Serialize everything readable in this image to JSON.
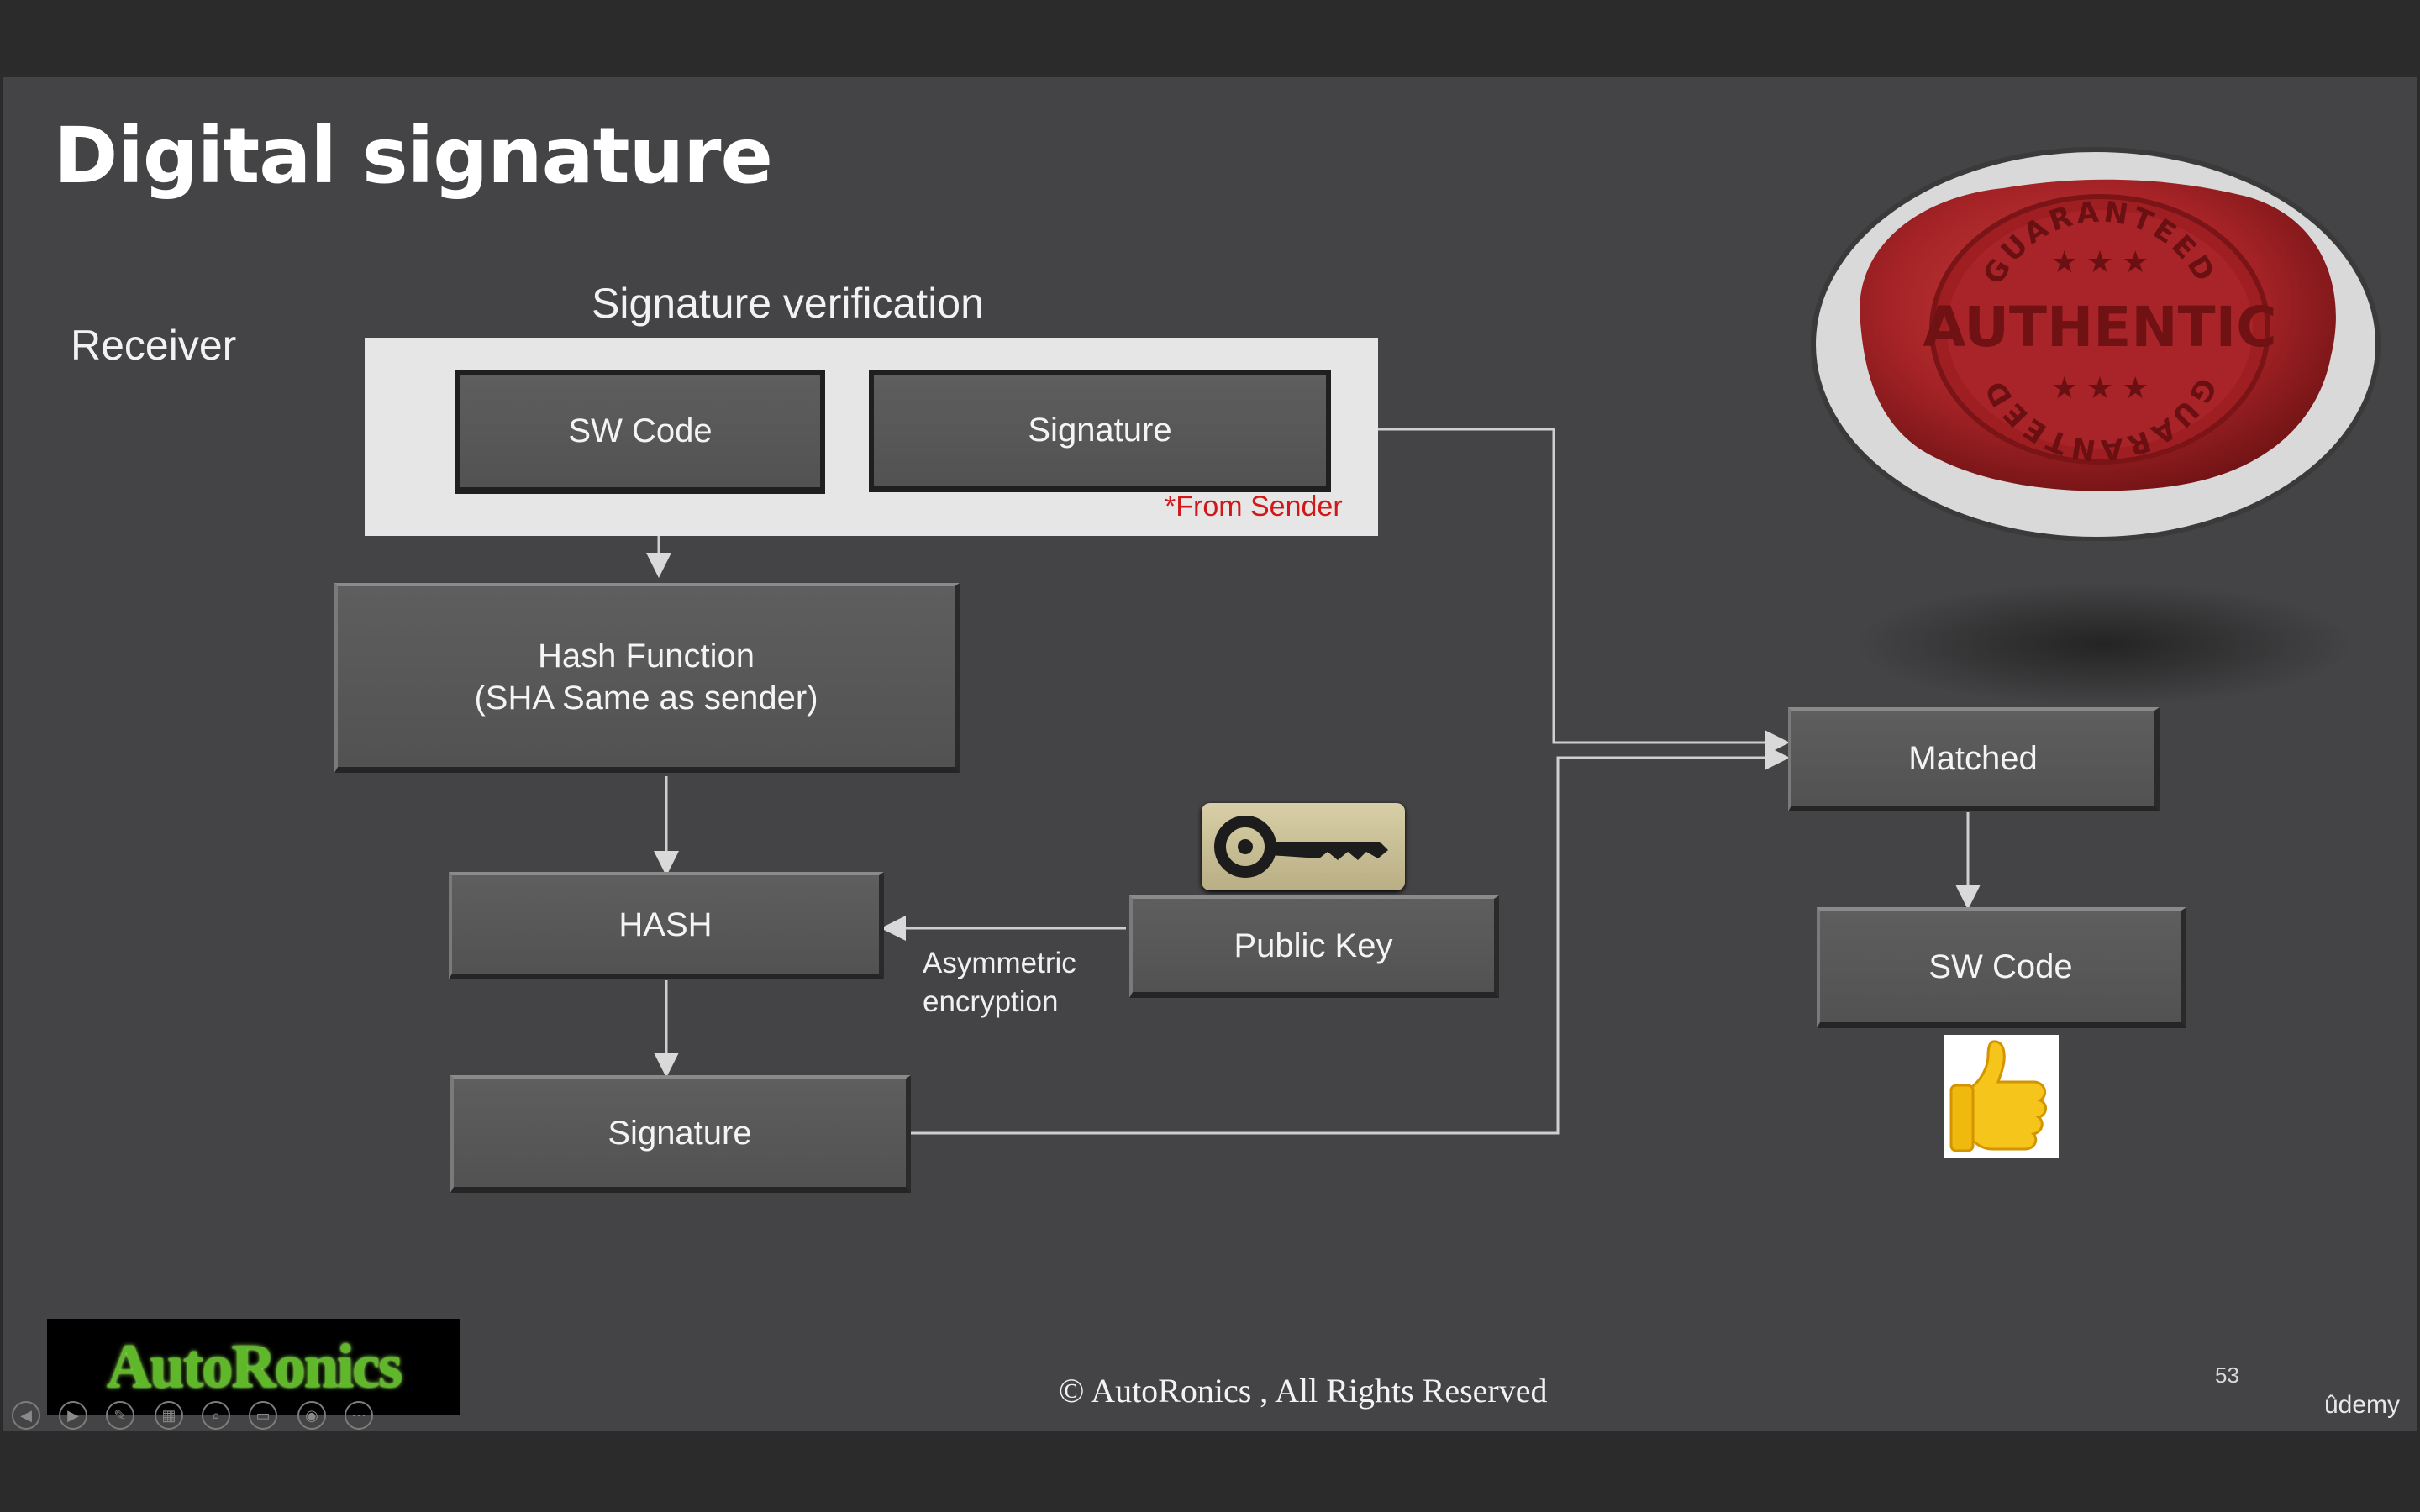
{
  "slide": {
    "title": "Digital signature",
    "receiver_label": "Receiver",
    "verification_label": "Signature verification",
    "from_sender_note": "*From Sender",
    "boxes": {
      "sw_code_top": "SW Code",
      "signature_top": "Signature",
      "hash_function": "Hash Function\n(SHA Same as sender)",
      "hash": "HASH",
      "public_key": "Public Key",
      "signature_bottom": "Signature",
      "matched": "Matched",
      "sw_code_right": "SW Code"
    },
    "asymmetric_note": "Asymmetric\nencryption",
    "seal": {
      "top_text": "GUARANTEED",
      "main_text": "AUTHENTIC",
      "bottom_text": "GUARANTEED",
      "color": "#b1282a"
    },
    "copyright": "© AutoRonics , All Rights Reserved",
    "logo_text": "AutoRonics",
    "page_number": "53",
    "brand": "ûdemy",
    "icons": [
      "key-icon",
      "thumbs-up-icon",
      "seal-icon"
    ],
    "controls": [
      "previous-icon",
      "next-icon",
      "pen-icon",
      "slides-icon",
      "zoom-icon",
      "subtitles-icon",
      "camera-icon",
      "more-icon"
    ]
  }
}
